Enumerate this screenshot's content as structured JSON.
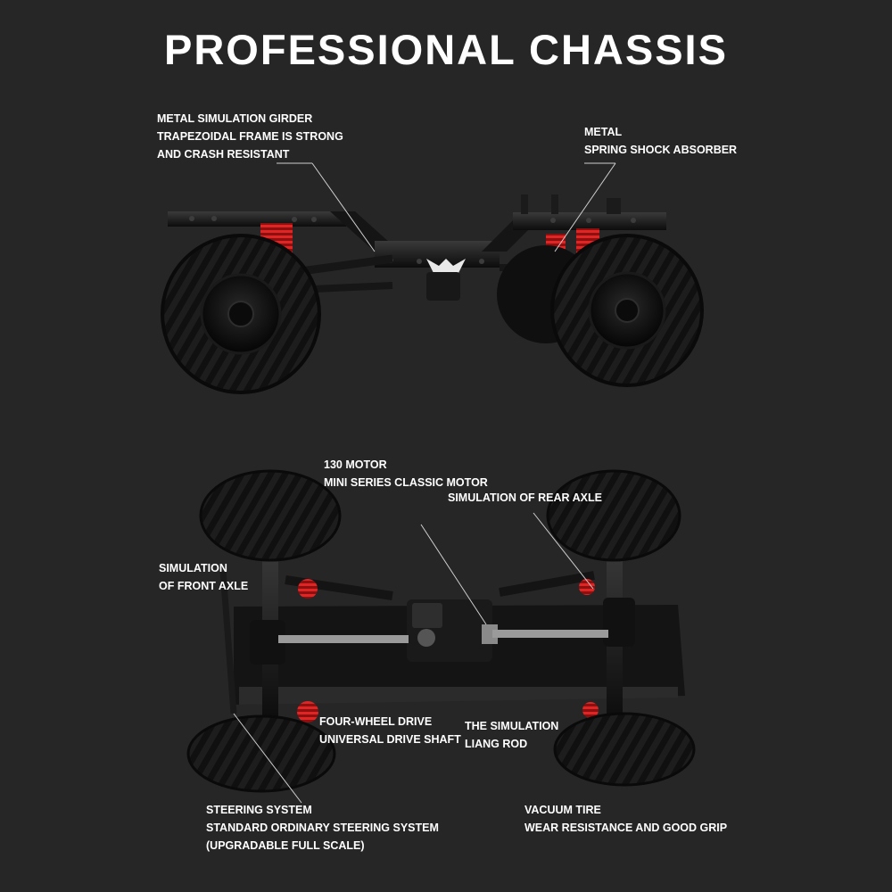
{
  "title": "PROFESSIONAL CHASSIS",
  "callouts": {
    "girder": [
      "METAL SIMULATION GIRDER",
      "TRAPEZOIDAL FRAME IS STRONG",
      "AND CRASH RESISTANT"
    ],
    "shock": [
      "METAL",
      "SPRING SHOCK ABSORBER"
    ],
    "motor": [
      "130 MOTOR",
      "MINI SERIES CLASSIC MOTOR"
    ],
    "rear_axle": [
      "SIMULATION OF REAR AXLE"
    ],
    "front_axle": [
      "SIMULATION",
      "OF FRONT AXLE"
    ],
    "drive_shaft": [
      "FOUR-WHEEL DRIVE",
      "UNIVERSAL DRIVE SHAFT"
    ],
    "liang_rod": [
      "THE SIMULATION",
      "LIANG ROD"
    ],
    "steering": [
      "STEERING SYSTEM",
      "STANDARD ORDINARY STEERING SYSTEM",
      "(UPGRADABLE FULL SCALE)"
    ],
    "tire": [
      "VACUUM TIRE",
      "WEAR RESISTANCE AND GOOD GRIP"
    ]
  },
  "colors": {
    "background": "#262626",
    "chassis": "#111111",
    "tire": "#0d0d0d",
    "spring": "#d42020",
    "leader_line": "#cfcfcf"
  }
}
